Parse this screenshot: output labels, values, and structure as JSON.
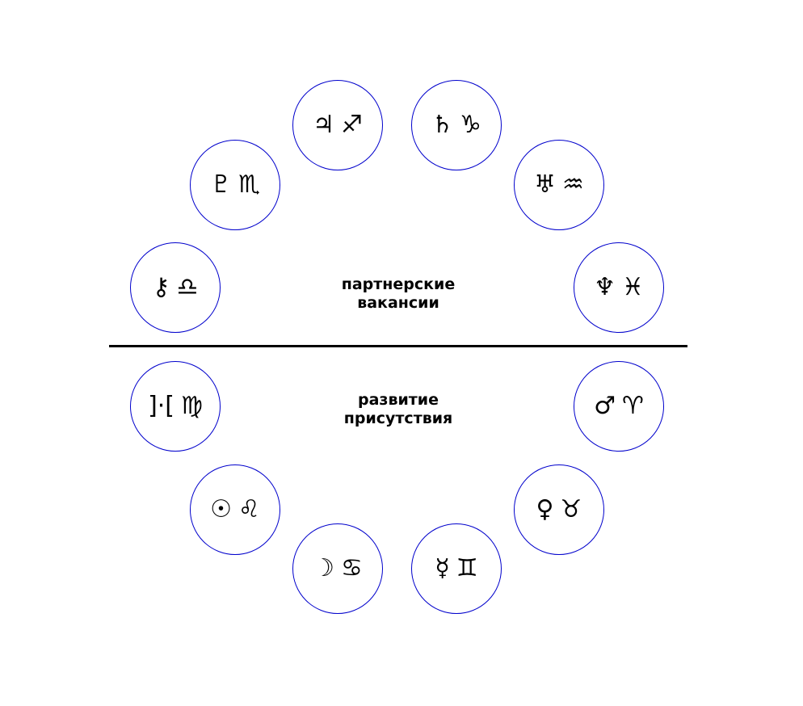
{
  "labels": {
    "upper": "партнерские\nвакансии",
    "lower": "развитие\nприсутствия"
  },
  "colors": {
    "circle_border": "#0000cc",
    "divider": "#000000",
    "text": "#000000"
  },
  "nodes": [
    {
      "id": "jupiter-sagittarius",
      "planet": "♃",
      "sign": "♐",
      "planet_icon": "jupiter-icon",
      "sign_icon": "sagittarius-icon"
    },
    {
      "id": "saturn-capricorn",
      "planet": "♄",
      "sign": "♑",
      "planet_icon": "saturn-icon",
      "sign_icon": "capricorn-icon"
    },
    {
      "id": "uranus-aquarius",
      "planet": "♅",
      "sign": "♒",
      "planet_icon": "uranus-icon",
      "sign_icon": "aquarius-icon"
    },
    {
      "id": "neptune-pisces",
      "planet": "♆",
      "sign": "♓",
      "planet_icon": "neptune-icon",
      "sign_icon": "pisces-icon"
    },
    {
      "id": "mars-aries",
      "planet": "♂",
      "sign": "♈",
      "planet_icon": "mars-icon",
      "sign_icon": "aries-icon"
    },
    {
      "id": "venus-taurus",
      "planet": "♀",
      "sign": "♉",
      "planet_icon": "venus-icon",
      "sign_icon": "taurus-icon"
    },
    {
      "id": "mercury-gemini",
      "planet": "☿",
      "sign": "♊",
      "planet_icon": "mercury-icon",
      "sign_icon": "gemini-icon"
    },
    {
      "id": "moon-cancer",
      "planet": "☽",
      "sign": "♋",
      "planet_icon": "moon-icon",
      "sign_icon": "cancer-icon"
    },
    {
      "id": "sun-leo",
      "planet": "☉",
      "sign": "♌",
      "planet_icon": "sun-icon",
      "sign_icon": "leo-icon"
    },
    {
      "id": "proserpina-virgo",
      "planet": "]·[",
      "sign": "♍",
      "planet_icon": "proserpina-icon",
      "sign_icon": "virgo-icon"
    },
    {
      "id": "chiron-libra",
      "planet": "⚷",
      "sign": "♎",
      "planet_icon": "chiron-icon",
      "sign_icon": "libra-icon"
    },
    {
      "id": "pluto-scorpio",
      "planet": "♇",
      "sign": "♏",
      "planet_icon": "pluto-icon",
      "sign_icon": "scorpio-icon"
    }
  ]
}
